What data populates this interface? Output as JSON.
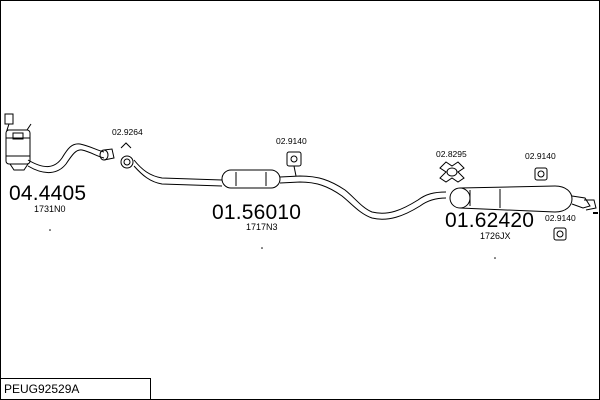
{
  "parts": [
    {
      "id": "p1",
      "number": "04.4405",
      "ref": "1731N0"
    },
    {
      "id": "p2",
      "number": "01.56010",
      "ref": "1717N3"
    },
    {
      "id": "p3",
      "number": "01.62420",
      "ref": "1726JX"
    }
  ],
  "fittings": [
    {
      "id": "f1",
      "number": "02.9264"
    },
    {
      "id": "f2",
      "number": "02.9140"
    },
    {
      "id": "f3",
      "number": "02.8295"
    },
    {
      "id": "f4",
      "number": "02.9140"
    },
    {
      "id": "f5",
      "number": "02.9140"
    }
  ],
  "footer": {
    "code": "PEUG92529A"
  }
}
